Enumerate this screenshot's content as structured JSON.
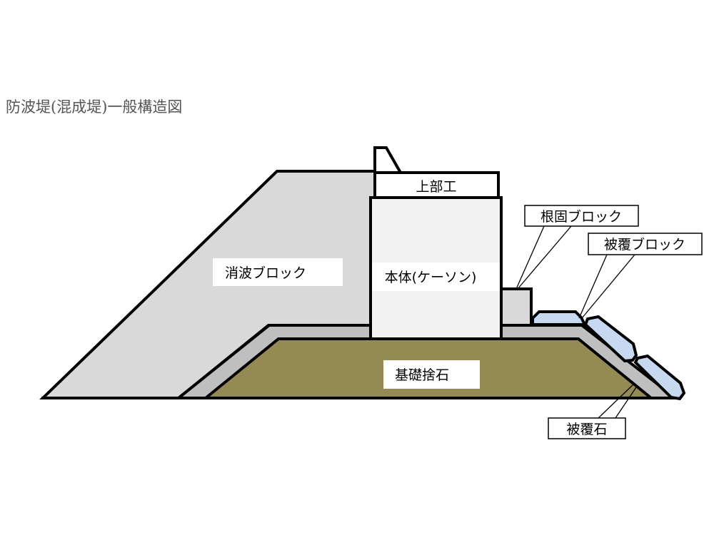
{
  "title": "防波堤(混成堤)一般構造図",
  "labels": {
    "superstructure": "上部工",
    "caisson": "本体(ケーソン)",
    "wave_dissipating_block": "消波ブロック",
    "foundation_rubble": "基礎捨石",
    "foot_protection_block": "根固ブロック",
    "armor_block": "被覆ブロック",
    "armor_stone": "被覆石"
  },
  "colors": {
    "wave_block": "#d9d9d9",
    "armor_stone": "#bfbfbf",
    "foundation": "#948a54",
    "caisson": "#f2f2f2",
    "armor_block": "#c6d9f1"
  }
}
